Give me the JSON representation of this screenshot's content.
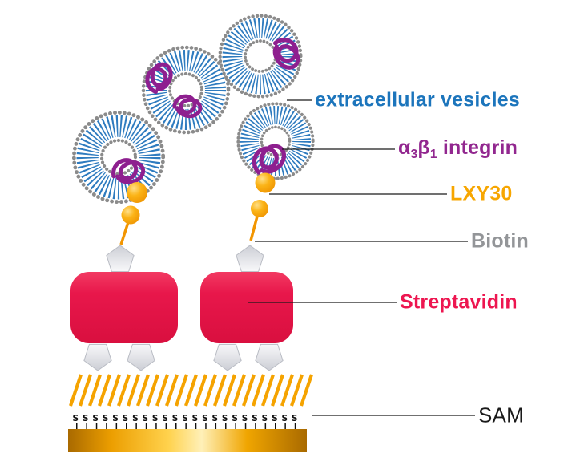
{
  "labels": {
    "extracellular_vesicles": "extracellular vesicles",
    "integrin": {
      "alpha": "α",
      "alpha_sub": "3",
      "beta": "β",
      "beta_sub": "1",
      "rest": " integrin"
    },
    "lxy30": "LXY30",
    "biotin": "Biotin",
    "streptavidin": "Streptavidin",
    "sam": "SAM"
  },
  "sam": {
    "thiol_row": "sssssssssssssssssssssss"
  },
  "colors": {
    "vesicle_membrane_blue": "#2e7bbf",
    "vesicle_head_gray": "#8b8b8b",
    "integrin_purple": "#8e1f8f",
    "lxy30_gold": "#f6a800",
    "biotin_silver": "#d9dbe0",
    "streptavidin_red": "#e8174b",
    "sam_chain_orange": "#f5a300",
    "substrate_gold": "#f2a900",
    "label_blue": "#1c75bc",
    "label_purple": "#92278f",
    "label_orange": "#f7a600",
    "label_gray": "#939598",
    "label_red": "#ed1650",
    "label_black": "#1a1a1a",
    "pointer_line_black": "#1a1a1a"
  }
}
